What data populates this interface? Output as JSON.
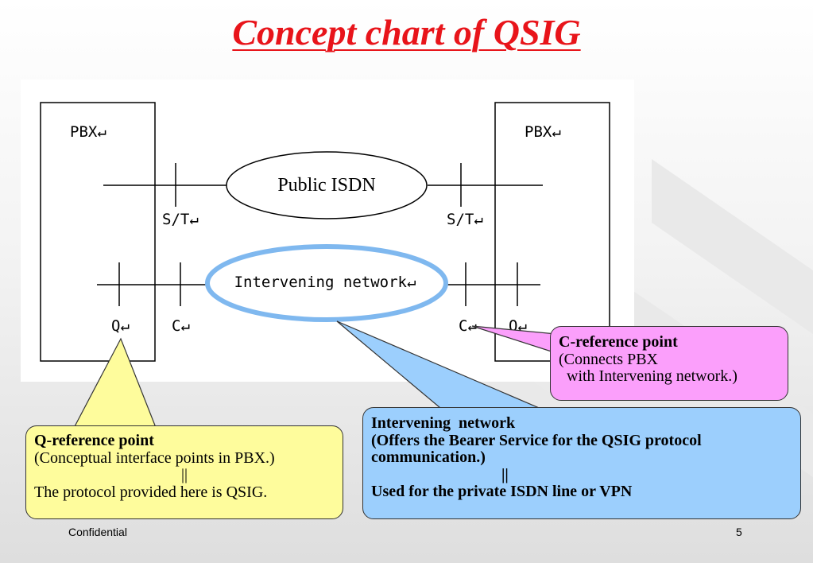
{
  "title": "Concept chart of QSIG",
  "diagram": {
    "pbx_left": "PBX↵",
    "pbx_right": "PBX↵",
    "public_isdn": "Public ISDN",
    "st_left": "S/T↵",
    "st_right": "S/T↵",
    "intervening": "Intervening network↵",
    "q_left": "Q↵",
    "c_left": "C↵",
    "c_right": "C↵",
    "q_right": "Q↵"
  },
  "callouts": {
    "c_ref": {
      "title": "C-reference point",
      "line1": "(Connects PBX",
      "line2": "  with Intervening network.)"
    },
    "q_ref": {
      "title": "Q-reference point",
      "line1": "(Conceptual interface points in PBX.)",
      "separator": "||",
      "line2": "The protocol provided here is QSIG."
    },
    "intervening": {
      "title": "Intervening  network",
      "line1": "(Offers the Bearer Service for the QSIG protocol",
      "line2": "communication.)",
      "separator": "||",
      "line3": "Used for the private ISDN line or VPN"
    }
  },
  "footer": {
    "left": "Confidential",
    "page": "5"
  },
  "colors": {
    "title": "#e8141a",
    "c_callout": "#fb9ffb",
    "q_callout": "#fefc9c",
    "intervening_callout": "#9ccffd",
    "ellipse_ring": "#7fb8ef"
  }
}
